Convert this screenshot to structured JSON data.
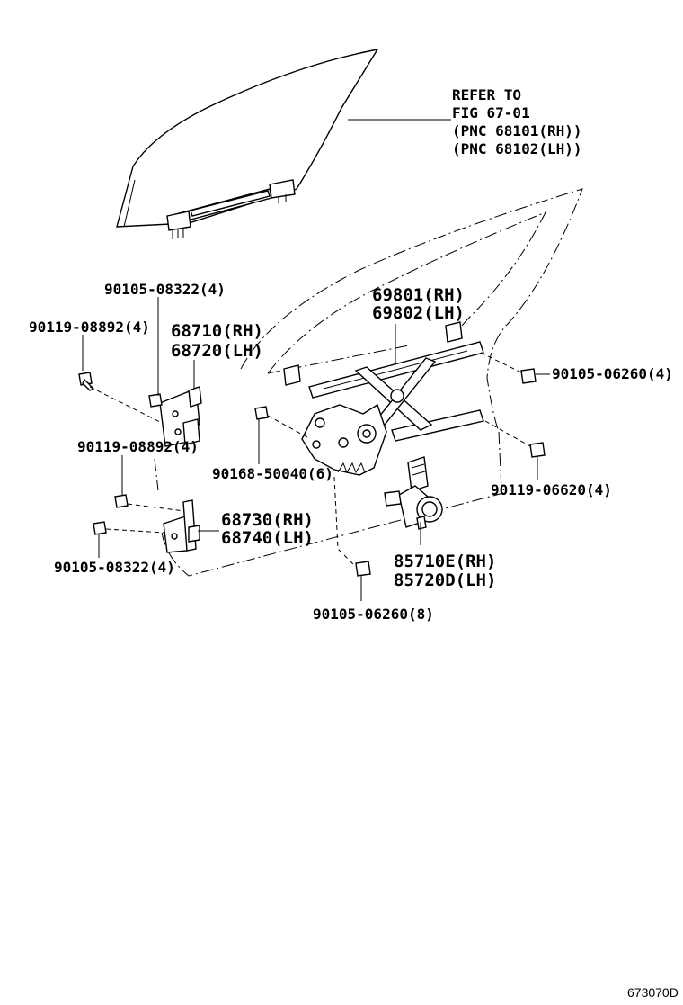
{
  "diagram": {
    "figure_id": "673070D",
    "glass_ref": {
      "line1": "REFER TO",
      "line2": "FIG 67-01",
      "line3": "(PNC 68101(RH))",
      "line4": "(PNC 68102(LH))"
    },
    "labels": {
      "bolt_90105_08322_upper": "90105-08322(4)",
      "bolt_90119_08892_upper": "90119-08892(4)",
      "hinge_upper_rh": "68710(RH)",
      "hinge_upper_lh": "68720(LH)",
      "bolt_90119_08892_lower": "90119-08892(4)",
      "hinge_lower_rh": "68730(RH)",
      "hinge_lower_lh": "68740(LH)",
      "bolt_90105_08322_lower": "90105-08322(4)",
      "regulator_rh": "69801(RH)",
      "regulator_lh": "69802(LH)",
      "bolt_90105_06260_right": "90105-06260(4)",
      "bolt_90168_50040": "90168-50040(6)",
      "bolt_90119_06620": "90119-06620(4)",
      "motor_rh": "85710E(RH)",
      "motor_lh": "85720D(LH)",
      "bolt_90105_06260_bottom": "90105-06260(8)"
    }
  }
}
